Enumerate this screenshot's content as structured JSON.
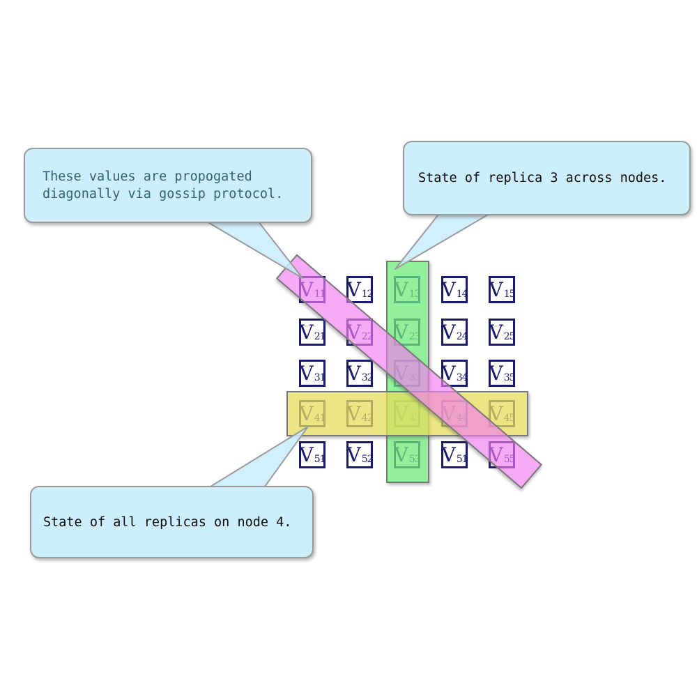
{
  "callouts": {
    "gossip": {
      "line1": "These values are propogated",
      "line2": "diagonally via gossip protocol."
    },
    "replica": {
      "text": "State of replica 3 across nodes."
    },
    "node": {
      "text": "State of all replicas on node 4."
    }
  },
  "matrix": {
    "symbol": "V",
    "cells": [
      {
        "sub": "11"
      },
      {
        "sub": "12"
      },
      {
        "sub": "13"
      },
      {
        "sub": "14"
      },
      {
        "sub": "15"
      },
      {
        "sub": "21"
      },
      {
        "sub": "22"
      },
      {
        "sub": "23"
      },
      {
        "sub": "24"
      },
      {
        "sub": "25"
      },
      {
        "sub": "31"
      },
      {
        "sub": "32"
      },
      {
        "sub": "33"
      },
      {
        "sub": "34"
      },
      {
        "sub": "35"
      },
      {
        "sub": "41"
      },
      {
        "sub": "42"
      },
      {
        "sub": "43"
      },
      {
        "sub": "44"
      },
      {
        "sub": "45"
      },
      {
        "sub": "51"
      },
      {
        "sub": "52"
      },
      {
        "sub": "53"
      },
      {
        "sub": "51"
      },
      {
        "sub": "55"
      }
    ]
  },
  "colors": {
    "green_band": "rgba(110,235,120,0.75)",
    "yellow_band": "rgba(228,222,90,0.75)",
    "pink_band": "rgba(242,125,240,0.66)",
    "tail_fill": "rgba(201,236,251,0.85)",
    "tail_stroke": "#9a9a9a",
    "callout_fill": "#cdeefb",
    "callout_border": "#9a9a9a",
    "cell_border": "#191970",
    "gossip_text": "#2e6172",
    "callout_text": "#0a0a0a"
  }
}
